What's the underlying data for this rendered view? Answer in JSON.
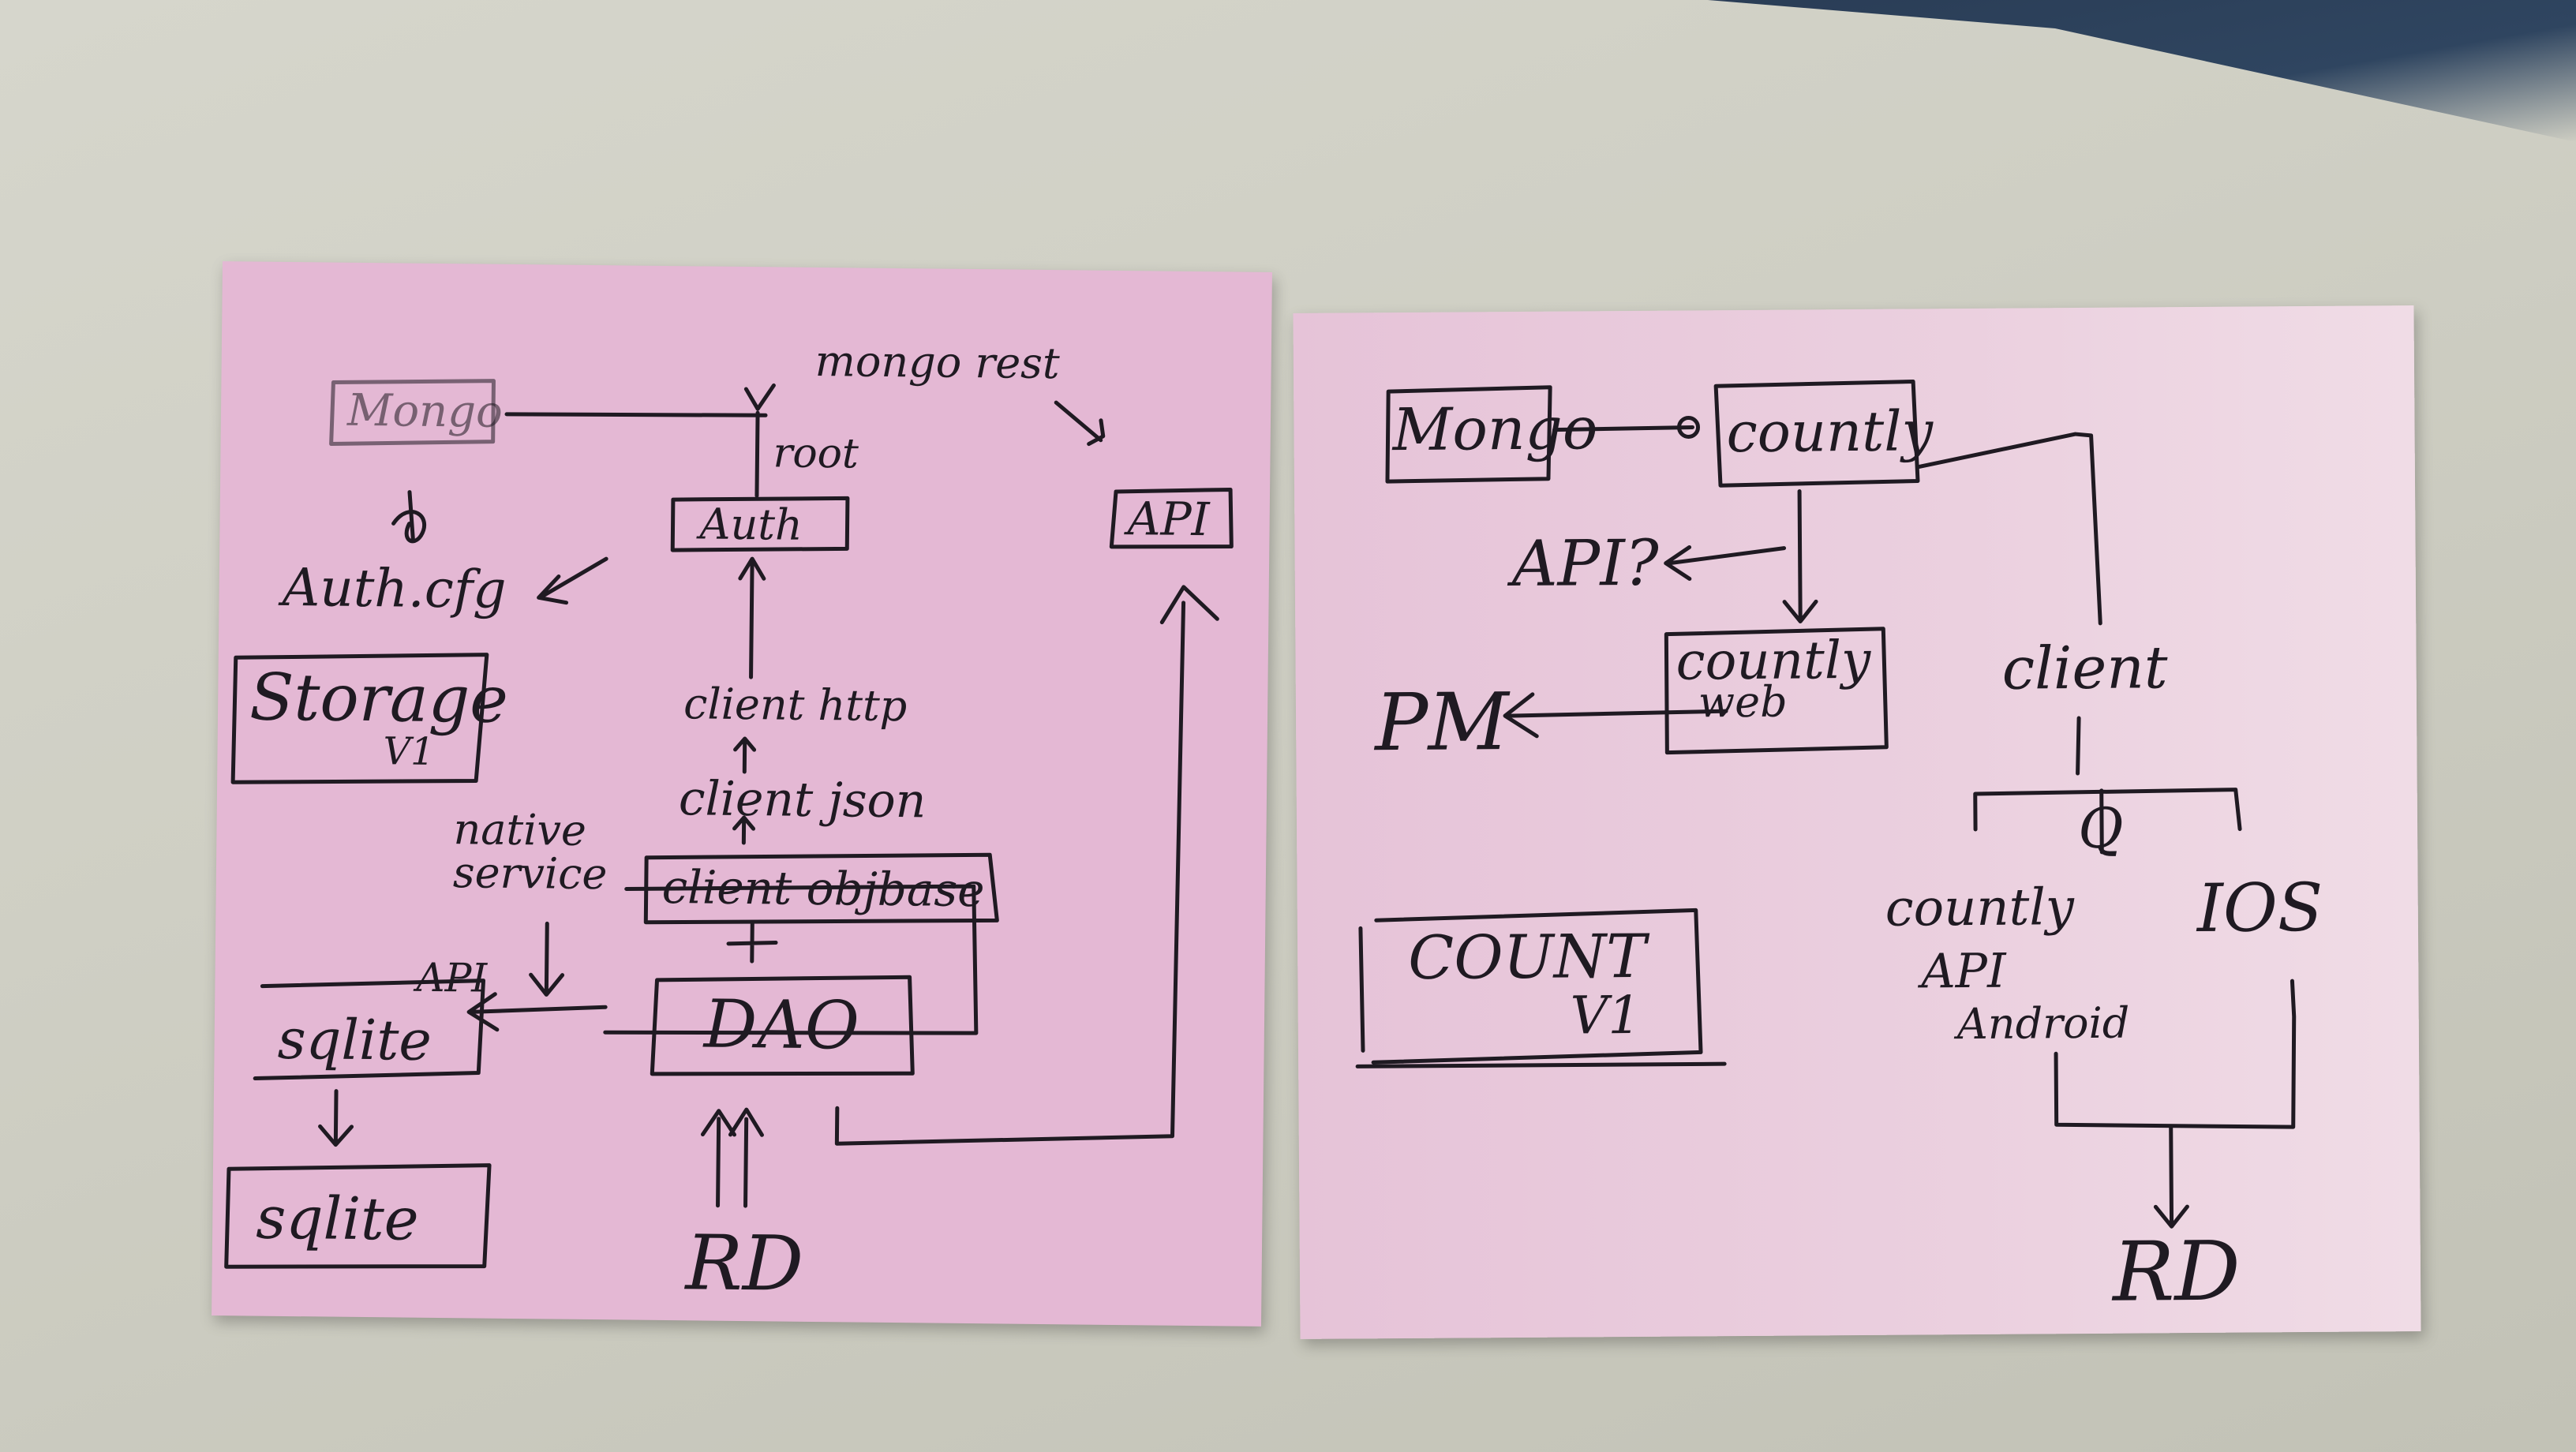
{
  "left_note": {
    "mongo": "Mongo",
    "mongo_rest": "mongo rest",
    "root": "root",
    "auth": "Auth",
    "auth_cfg": "Auth.cfg",
    "storage": "Storage",
    "v1": "V1",
    "client_http": "client http",
    "client_json": "client json",
    "native_service_1": "native",
    "native_service_2": "service",
    "client_objbase": "client objbase",
    "api_small": "API",
    "sqlite_box": "sqlite",
    "dao": "DAO",
    "sqlite_bottom": "sqlite",
    "rd": "RD",
    "api_right": "API"
  },
  "right_note": {
    "mongo": "Mongo",
    "countly": "countly",
    "api_q": "API?",
    "countly_web_1": "countly",
    "countly_web_2": "web",
    "pm": "PM",
    "client": "client",
    "q": "Q",
    "countly_api_1": "countly",
    "countly_api_2": "API",
    "android": "Android",
    "ios": "IOS",
    "count": "COUNT",
    "v1": "V1",
    "rd": "RD"
  },
  "colors": {
    "note": "#e4b8d4",
    "ink": "#1f1a22",
    "desk": "#d2d2c8"
  }
}
